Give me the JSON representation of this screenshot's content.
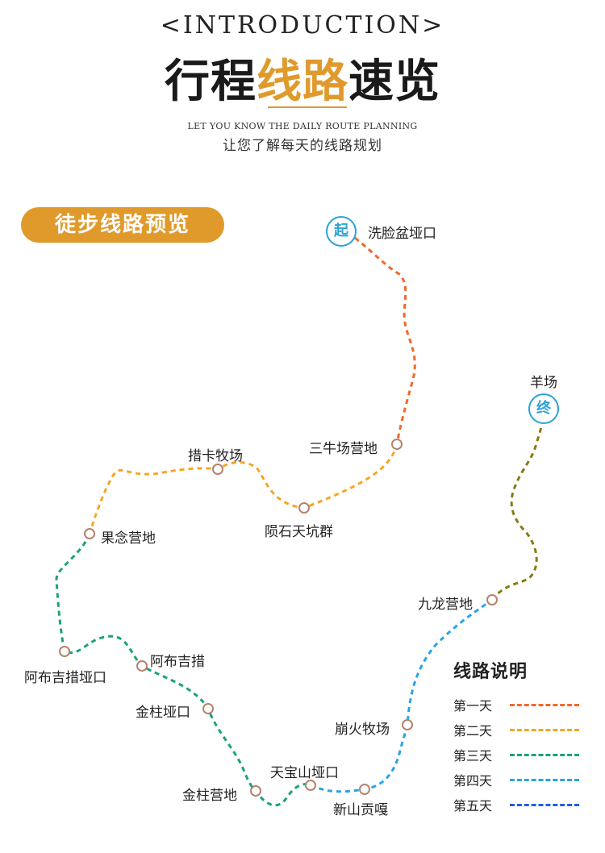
{
  "header": {
    "intro": "<INTRODUCTION>",
    "title_pre": "行程",
    "title_highlight": "线路",
    "title_post": "速览",
    "subtitle_en": "LET YOU KNOW THE DAILY ROUTE PLANNING",
    "subtitle_zh": "让您了解每天的线路规划"
  },
  "section_label": "徒步线路预览",
  "badges": {
    "start": "起",
    "end": "终"
  },
  "places": {
    "start": "洗脸盆垭口",
    "sanniu": "三牛场营地",
    "yunshi": "陨石天坑群",
    "cuoka": "措卡牧场",
    "guonian": "果念营地",
    "abujicuo_yakou": "阿布吉措垭口",
    "abujicuo": "阿布吉措",
    "jinzhu_yakou": "金柱垭口",
    "jinzhu_camp": "金柱营地",
    "tianbao": "天宝山垭口",
    "xinshan": "新山贡嘎",
    "benghuo": "崩火牧场",
    "jiulong": "九龙营地",
    "end": "羊场"
  },
  "legend": {
    "title": "线路说明",
    "items": [
      {
        "label": "第一天",
        "color": "#f0692b"
      },
      {
        "label": "第二天",
        "color": "#f5a623"
      },
      {
        "label": "第三天",
        "color": "#1aa37a"
      },
      {
        "label": "第四天",
        "color": "#2aa3e6"
      },
      {
        "label": "第五天",
        "color": "#1f5fe0"
      }
    ]
  },
  "colors": {
    "accent": "#e09a2c",
    "badge": "#2aa3d8",
    "marker": "#b5836a",
    "day5_route": "#8a7a12"
  }
}
